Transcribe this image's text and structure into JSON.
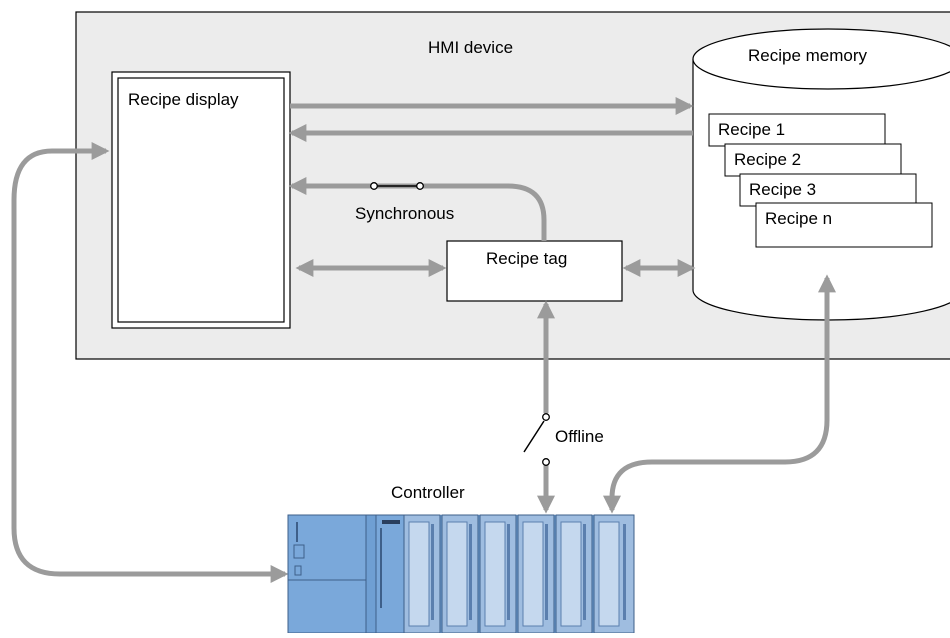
{
  "labels": {
    "hmi_device": "HMI device",
    "recipe_display": "Recipe display",
    "recipe_memory": "Recipe memory",
    "recipe_tag": "Recipe tag",
    "synchronous": "Synchronous",
    "offline": "Offline",
    "controller": "Controller"
  },
  "recipes": [
    "Recipe 1",
    "Recipe 2",
    "Recipe 3",
    "Recipe n"
  ],
  "colors": {
    "panel_fill": "#ececec",
    "arrow": "#9b9b9b",
    "plc_blue": "#6f9fd3",
    "plc_module": "#9fbde0",
    "plc_dark": "#3e5f89"
  }
}
